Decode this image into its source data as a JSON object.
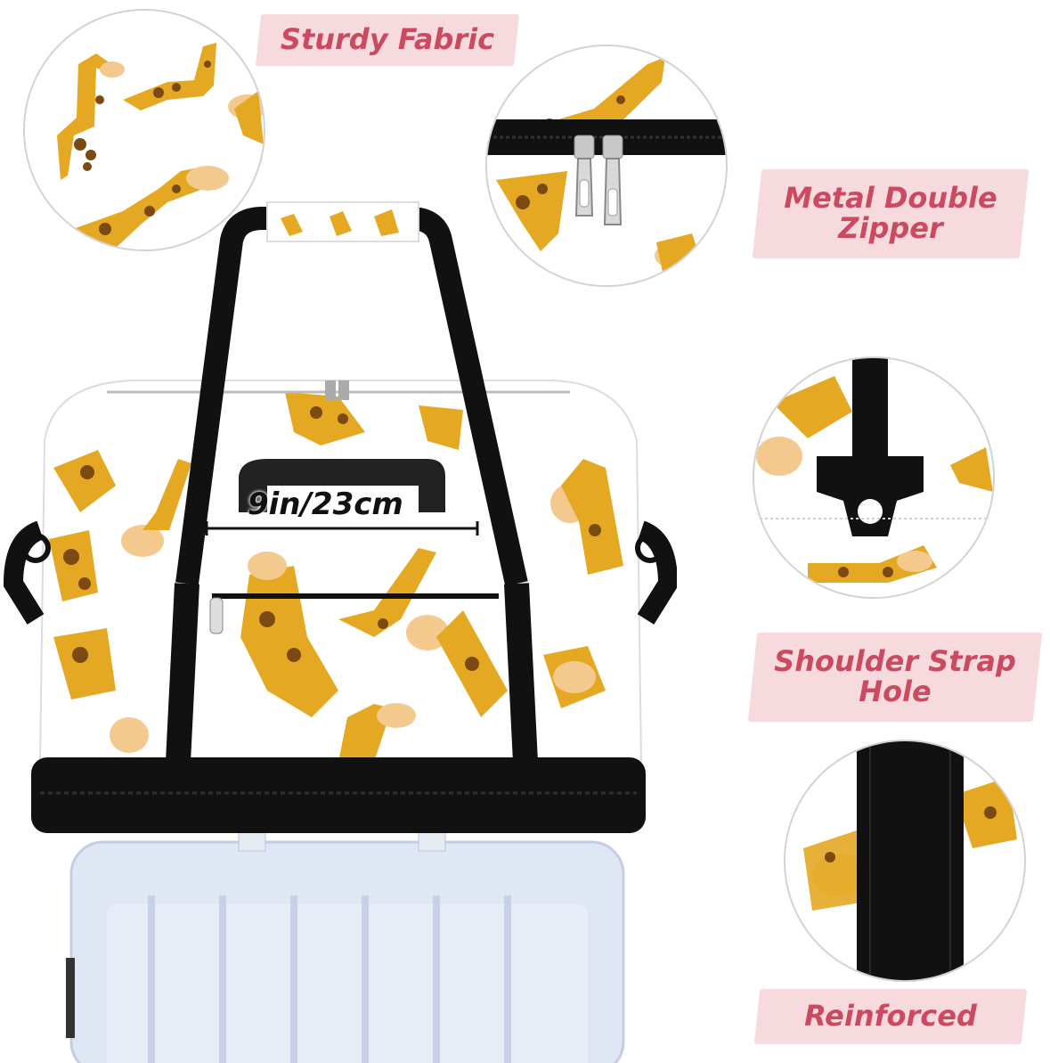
{
  "labels": {
    "sturdy_fabric": "Sturdy Fabric",
    "metal_zipper_line1": "Metal Double",
    "metal_zipper_line2": "Zipper",
    "shoulder_strap_line1": "Shoulder Strap",
    "shoulder_strap_line2": "Hole",
    "reinforced": "Reinforced"
  },
  "measurement": "9in/23cm",
  "colors": {
    "label_text": "#cc4a60",
    "label_bg": "#f7dade",
    "giraffe_body": "#e4a823",
    "giraffe_spot": "#7a4a12",
    "giraffe_face": "#f3c98e",
    "strap": "#111111",
    "suitcase": "#dfe6f4"
  }
}
